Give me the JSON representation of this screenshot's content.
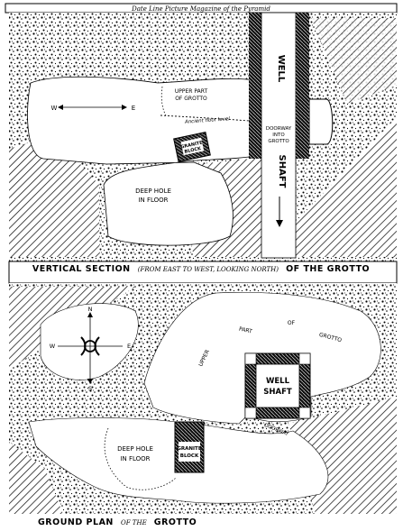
{
  "header_text": "Date Line Picture Magazine of the Pyramid",
  "vertical_section": {
    "caption_main_1": "VERTICAL SECTION",
    "caption_sub": "(FROM EAST TO WEST, LOOKING NORTH)",
    "caption_main_2": "OF THE GROTTO",
    "well": "WELL",
    "shaft": "SHAFT",
    "upper_part_1": "UPPER PART",
    "upper_part_2": "OF GROTTO",
    "ancient_floor": "Ancient floor level",
    "doorway_1": "DOORWAY",
    "doorway_2": "INTO",
    "doorway_3": "GROTTO",
    "granite_1": "GRANITE",
    "granite_2": "BLOCK",
    "deep_hole_1": "DEEP HOLE",
    "deep_hole_2": "IN FLOOR",
    "west": "W",
    "east": "E"
  },
  "ground_plan": {
    "caption_main_1": "GROUND PLAN",
    "caption_sub": "OF THE",
    "caption_main_2": "GROTTO",
    "well_1": "WELL",
    "well_2": "SHAFT",
    "upper": "UPPER",
    "part": "PART",
    "of": "OF",
    "grotto": "GROTTO",
    "doorway": "DOORWAY",
    "granite_1": "GRANITE",
    "granite_2": "BLOCK",
    "deep_hole_1": "DEEP HOLE",
    "deep_hole_2": "IN FLOOR",
    "compass_n": "N",
    "compass_s": "S",
    "compass_w": "W",
    "compass_e": "E"
  }
}
